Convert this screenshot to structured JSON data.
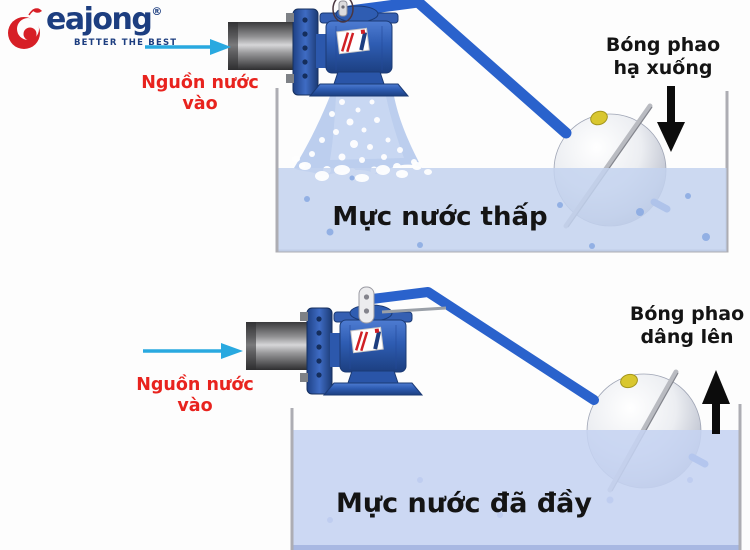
{
  "brand": {
    "display_text": "eajong",
    "registered_mark": "®",
    "tagline": "BETTER THE BEST"
  },
  "scene_low": {
    "inlet_label": "Nguồn nước vào",
    "float_label_line1": "Bóng phao",
    "float_label_line2": "hạ xuống",
    "water_label": "Mực nước thấp"
  },
  "scene_full": {
    "inlet_label": "Nguồn nước vào",
    "float_label_line1": "Bóng phao",
    "float_label_line2": "dâng lên",
    "water_label": "Mực nước đã đầy"
  },
  "colors": {
    "brand_red": "#d71f26",
    "brand_navy": "#1d3e80",
    "label_red": "#e8231e",
    "arrow_cyan": "#29a9e0",
    "lever_blue": "#2a62cc",
    "valve_blue": "#2c5cb0",
    "water_blue": "#c5d3f1",
    "annotation_black": "#141414"
  }
}
